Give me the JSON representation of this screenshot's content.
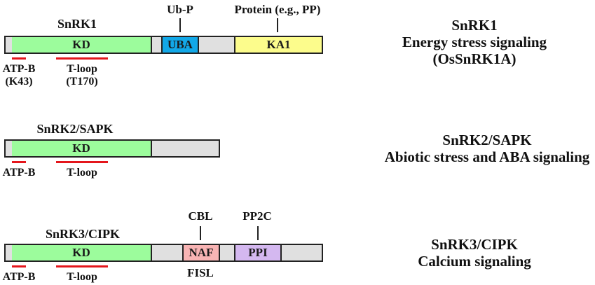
{
  "snrk1": {
    "title": "SnRK1",
    "domains": {
      "kd": "KD",
      "uba": "UBA",
      "ka1": "KA1"
    },
    "annotations_above": {
      "uba": "Ub-P",
      "ka1": "Protein (e.g., PP)"
    },
    "annotations_below": {
      "atp_b": "ATP-B",
      "atp_b_sub": "(K43)",
      "t_loop": "T-loop",
      "t_loop_sub": "(T170)"
    },
    "description": [
      "SnRK1",
      "Energy stress signaling",
      "(OsSnRK1A)"
    ]
  },
  "snrk2": {
    "title": "SnRK2/SAPK",
    "domains": {
      "kd": "KD"
    },
    "annotations_below": {
      "atp_b": "ATP-B",
      "t_loop": "T-loop"
    },
    "description": [
      "SnRK2/SAPK",
      "Abiotic stress and ABA signaling"
    ]
  },
  "snrk3": {
    "title": "SnRK3/CIPK",
    "domains": {
      "kd": "KD",
      "naf": "NAF",
      "ppi": "PPI"
    },
    "annotations_above": {
      "naf": "CBL",
      "ppi": "PP2C"
    },
    "annotations_below": {
      "atp_b": "ATP-B",
      "t_loop": "T-loop",
      "naf": "FISL"
    },
    "description": [
      "SnRK3/CIPK",
      "Calcium signaling"
    ]
  },
  "colors": {
    "kd": "#9cfc9c",
    "uba": "#12a8e8",
    "ka1": "#fcfc8c",
    "naf": "#f8b4b4",
    "ppi": "#d4b8f0",
    "linker": "#e0e0e0",
    "motif_line": "#e4161c"
  }
}
